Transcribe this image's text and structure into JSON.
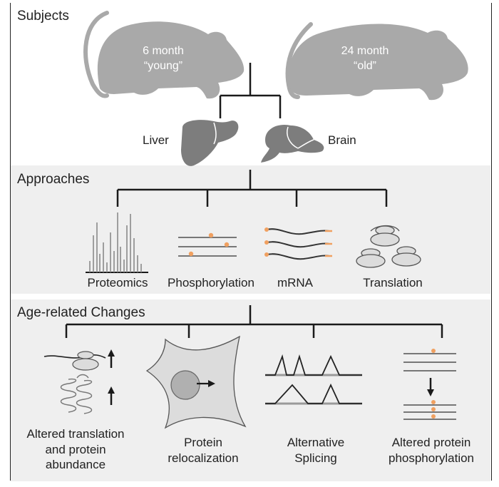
{
  "sections": {
    "subjects": "Subjects",
    "approaches": "Approaches",
    "changes": "Age-related Changes"
  },
  "subjects": {
    "young_line1": "6 month",
    "young_line2": "“young”",
    "old_line1": "24 month",
    "old_line2": "“old”"
  },
  "tissues": {
    "liver": "Liver",
    "brain": "Brain"
  },
  "approaches": {
    "proteomics": "Proteomics",
    "phosphorylation": "Phosphorylation",
    "mrna": "mRNA",
    "translation": "Translation"
  },
  "changes": {
    "translation_line1": "Altered translation",
    "translation_line2": "and protein",
    "translation_line3": "abundance",
    "relocalization_line1": "Protein",
    "relocalization_line2": "relocalization",
    "splicing_line1": "Alternative",
    "splicing_line2": "Splicing",
    "phospho_line1": "Altered protein",
    "phospho_line2": "phosphorylation"
  },
  "colors": {
    "silhouette": "#a9a9a9",
    "organ": "#7d7d7d",
    "accent_dot": "#f0a060",
    "line": "#1a1a1a",
    "band": "#efefef"
  }
}
